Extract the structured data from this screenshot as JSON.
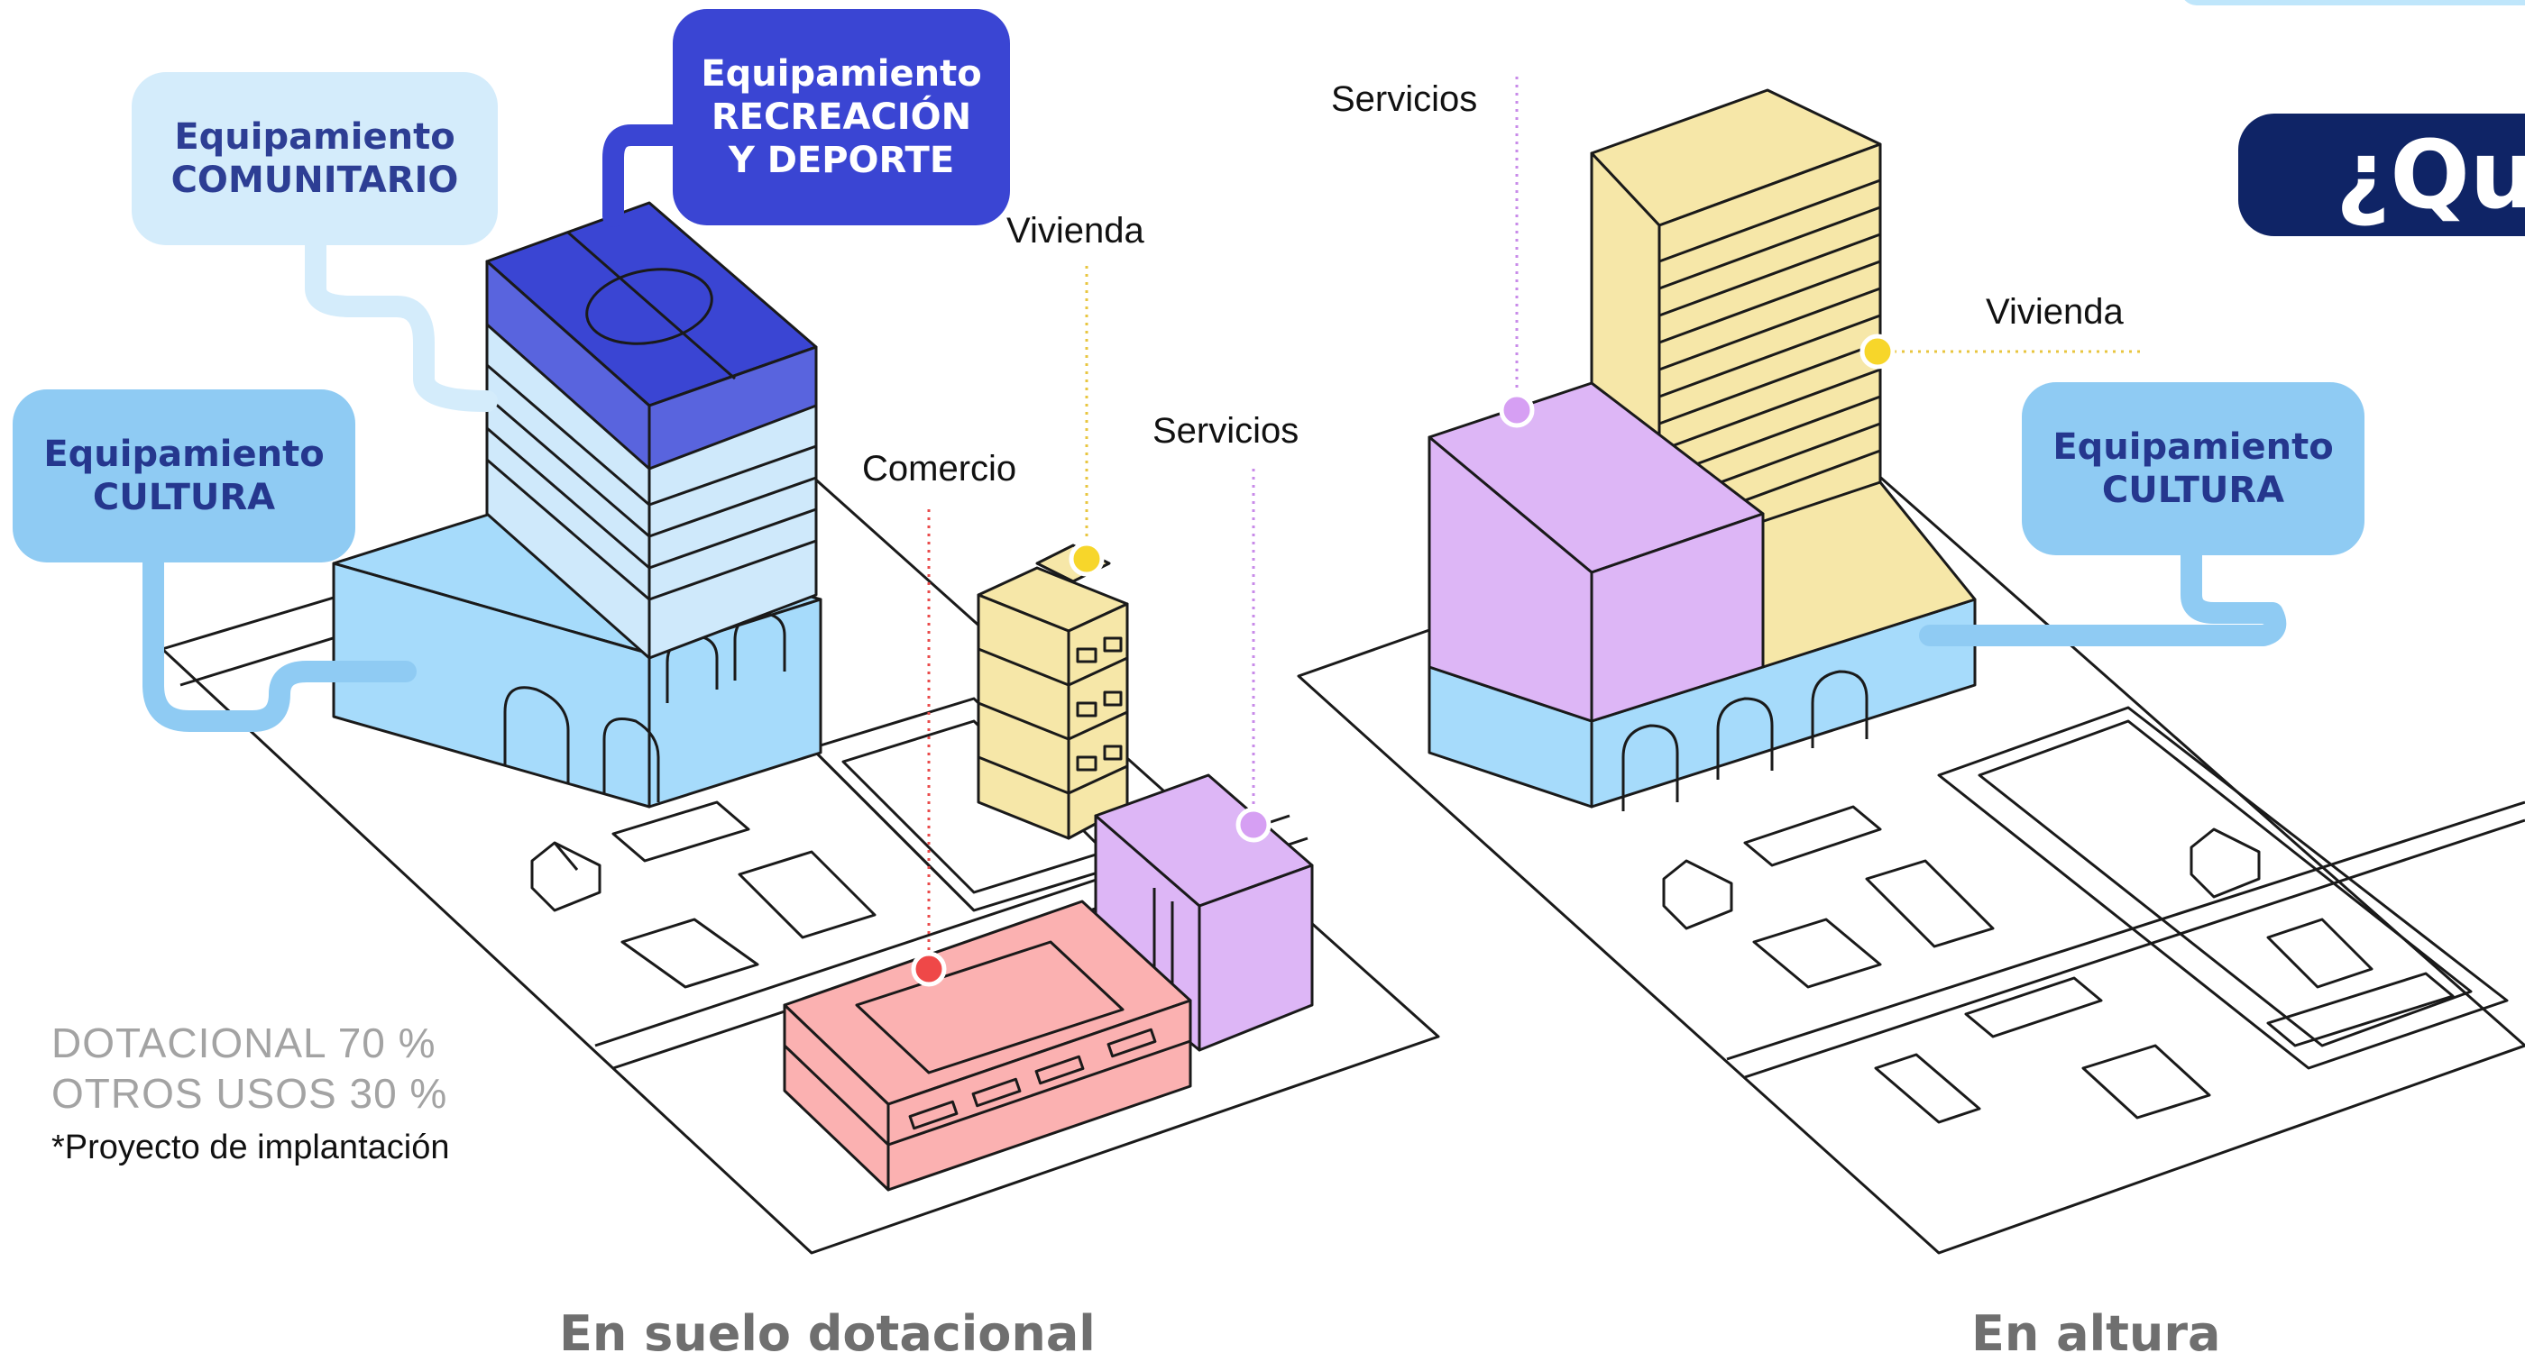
{
  "header": {
    "title_fragment": "¿Qu"
  },
  "left_panel": {
    "bubbles": {
      "comunitario": [
        "Equipamiento",
        "COMUNITARIO"
      ],
      "recreacion": [
        "Equipamiento",
        "RECREACIÓN",
        "Y DEPORTE"
      ],
      "cultura": [
        "Equipamiento",
        "CULTURA"
      ]
    },
    "labels": {
      "vivienda": "Vivienda",
      "comercio": "Comercio",
      "servicios": "Servicios"
    },
    "stats": {
      "dotacional": "DOTACIONAL 70 %",
      "otros": "OTROS USOS 30 %"
    },
    "note": "*Proyecto de implantación",
    "caption": "En suelo dotacional"
  },
  "right_panel": {
    "labels": {
      "servicios": "Servicios",
      "vivienda": "Vivienda"
    },
    "bubble_cultura": [
      "Equipamiento",
      "CULTURA"
    ],
    "caption": "En altura"
  },
  "colors": {
    "cultura": "#a6dbfb",
    "comunitario": "#cfe9fb",
    "recreacion": "#3a45d3",
    "vivienda": "#f6e7a8",
    "comercio": "#fbb1b1",
    "servicios": "#ddb6f6",
    "header": "#0f2466"
  }
}
